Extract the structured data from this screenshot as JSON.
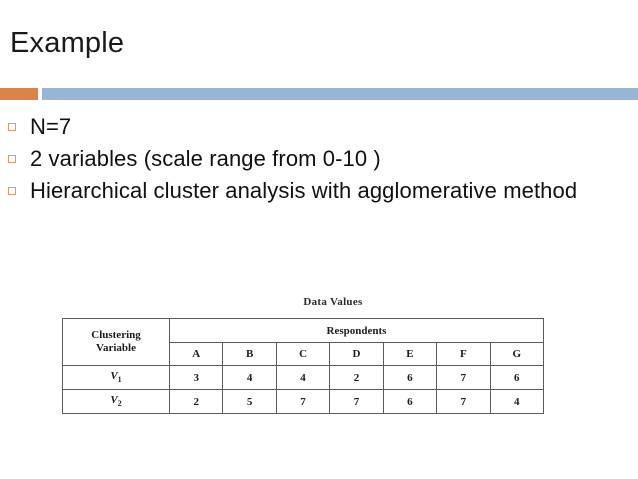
{
  "slide": {
    "title": "Example",
    "accent_color": "#dd8347",
    "band_color": "#97b5d2",
    "bullet_marker_color": "#dc9a6e"
  },
  "bullets": [
    {
      "text": "N=7"
    },
    {
      "text": "2 variables (scale range from 0-10 )"
    },
    {
      "text": "Hierarchical cluster analysis with agglomerative method"
    }
  ],
  "figure": {
    "caption": "Data Values",
    "corner_header_line1": "Clustering",
    "corner_header_line2": "Variable",
    "group_header": "Respondents",
    "respondent_labels": [
      "A",
      "B",
      "C",
      "D",
      "E",
      "F",
      "G"
    ],
    "rows": [
      {
        "label_base": "V",
        "label_sub": "1",
        "values": [
          "3",
          "4",
          "4",
          "2",
          "6",
          "7",
          "6"
        ]
      },
      {
        "label_base": "V",
        "label_sub": "2",
        "values": [
          "2",
          "5",
          "7",
          "7",
          "6",
          "7",
          "4"
        ]
      }
    ]
  },
  "chart_data": {
    "type": "table",
    "title": "Data Values",
    "row_dimension_label": "Clustering Variable",
    "column_dimension_label": "Respondents",
    "categories": [
      "A",
      "B",
      "C",
      "D",
      "E",
      "F",
      "G"
    ],
    "series": [
      {
        "name": "V1",
        "values": [
          3,
          4,
          4,
          2,
          6,
          7,
          6
        ]
      },
      {
        "name": "V2",
        "values": [
          2,
          5,
          7,
          7,
          6,
          7,
          4
        ]
      }
    ],
    "xlabel": "Respondents",
    "ylabel": "Clustering Variable",
    "value_range": [
      0,
      10
    ],
    "n": 7
  }
}
